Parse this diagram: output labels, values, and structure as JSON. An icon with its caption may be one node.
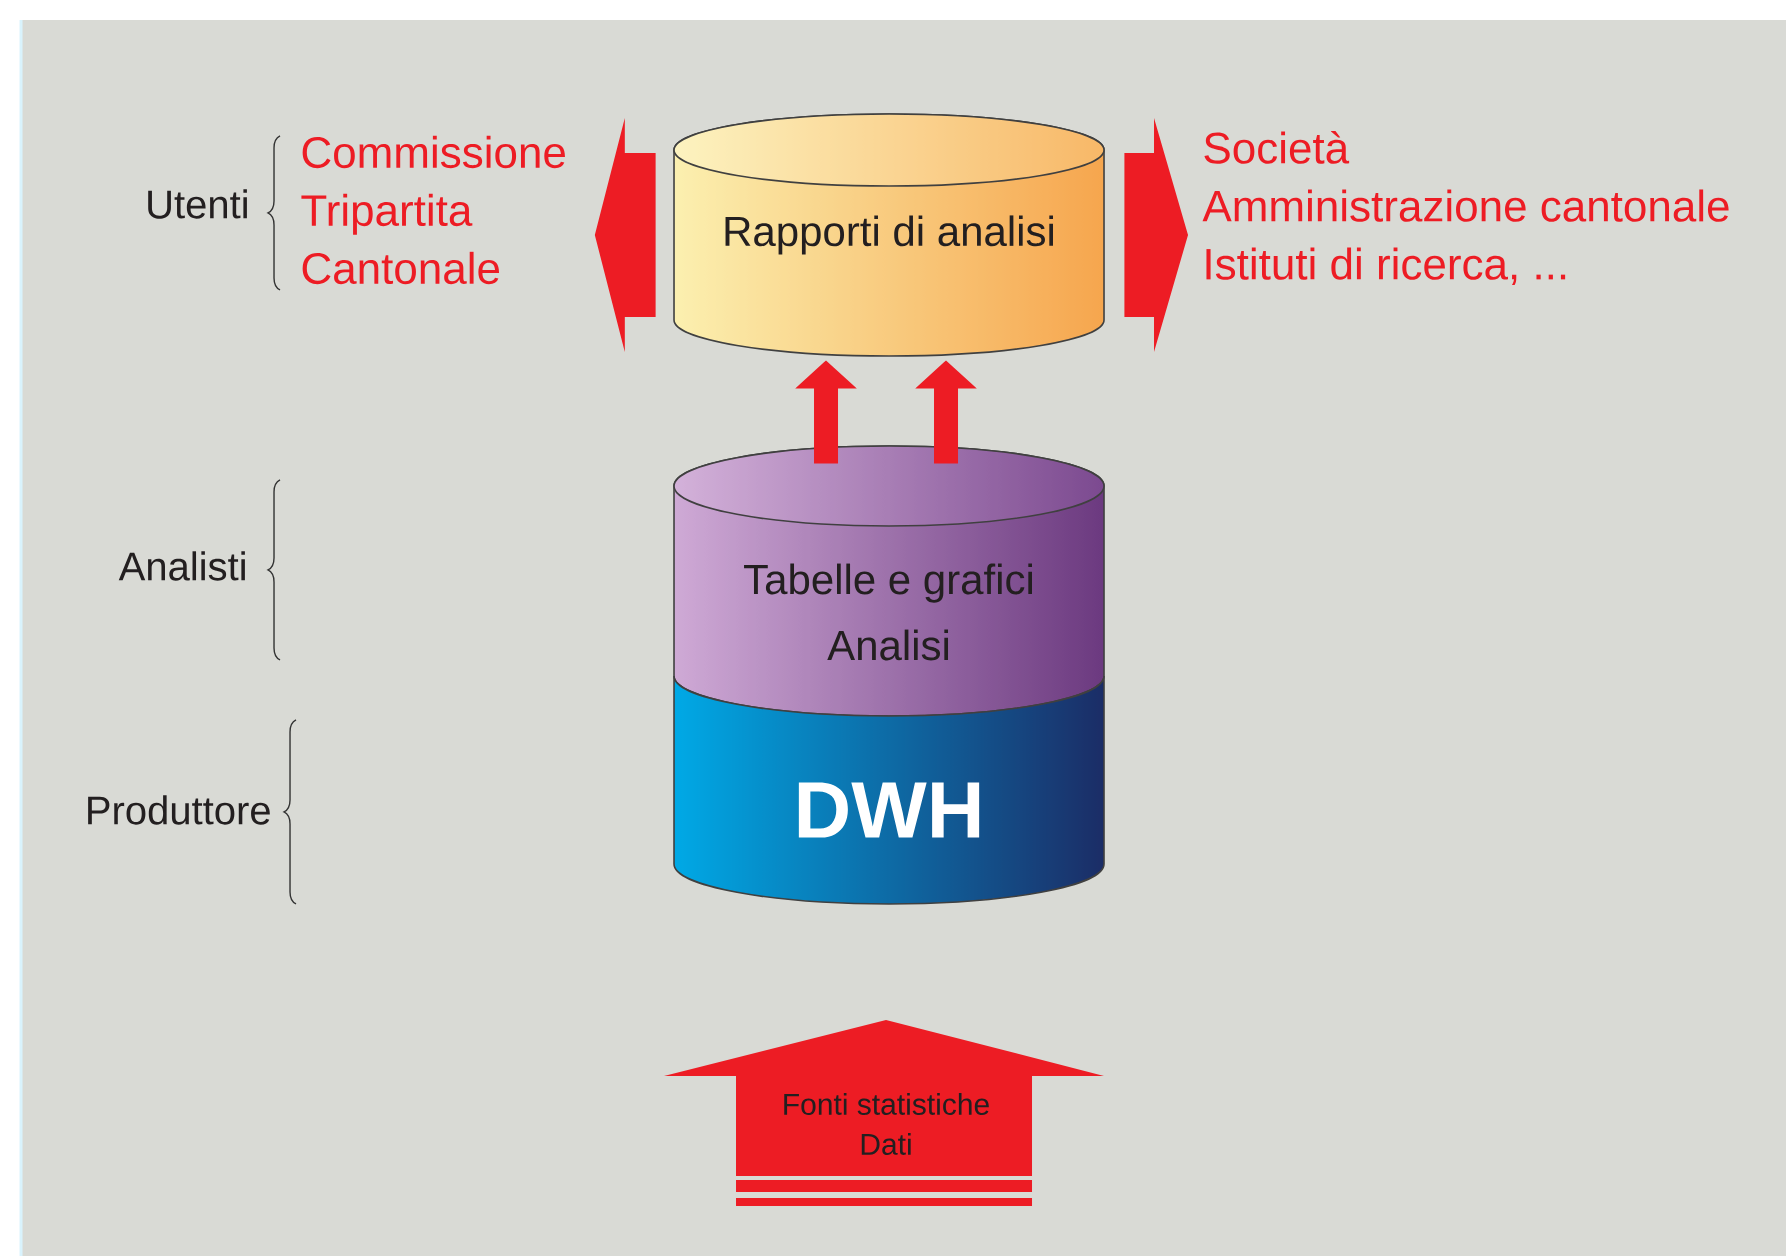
{
  "diagram": {
    "nodes": [
      {
        "text": [
          "Commissione Tripartita Cantonale"
        ]
      },
      {
        "text": [
          "Rapporti di analisi"
        ]
      },
      {
        "text": [
          "Società",
          "Amministrazione cantonale",
          "Istituti di ricerca, ..."
        ]
      },
      {
        "text": [
          "Tabelle e grafici",
          "Analisi"
        ]
      },
      {
        "text": [
          "DWH"
        ]
      },
      {
        "text": [
          "Fonti statistiche",
          "Dati"
        ]
      }
    ],
    "edges": [
      {
        "from": 1,
        "to": 0,
        "arrow": "to",
        "style": "thick"
      },
      {
        "from": 1,
        "to": 2,
        "arrow": "to",
        "style": "thick"
      },
      {
        "from": 3,
        "to": 1,
        "arrow": "to"
      },
      {
        "from": 3,
        "to": 1,
        "arrow": "to"
      }
    ],
    "labels": [
      "Utenti",
      "Analisti",
      "Produttore"
    ]
  }
}
